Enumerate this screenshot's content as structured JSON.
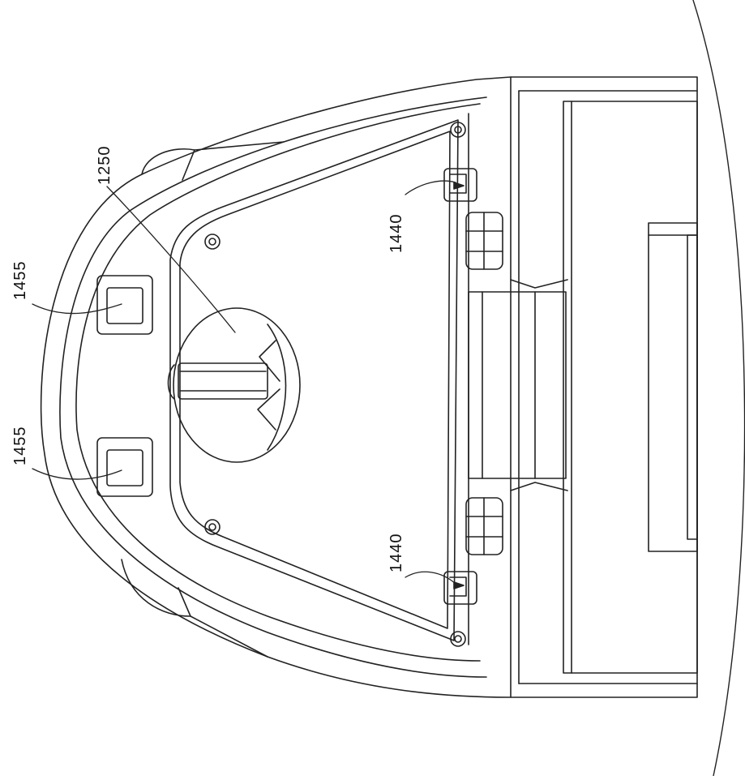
{
  "figure": {
    "reference_numerals": {
      "lid": "1250",
      "latch_left": "1440",
      "latch_right": "1440",
      "grip_top": "1455",
      "grip_bottom": "1455"
    }
  }
}
